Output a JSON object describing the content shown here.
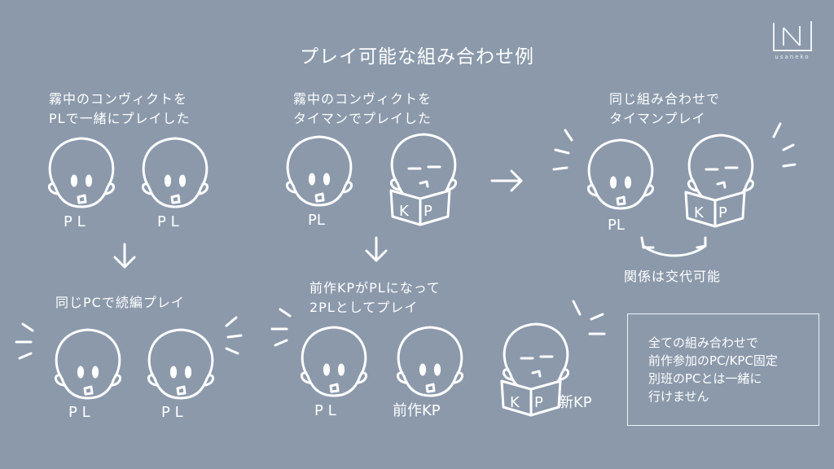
{
  "title": "プレイ可能な組み合わせ例",
  "logo": {
    "text": "usaneko"
  },
  "scenes": {
    "s1": {
      "caption": "霧中のコンヴィクトを\nPLで一緒にプレイした",
      "label_a": "P L",
      "label_b": "P L"
    },
    "s2": {
      "caption": "同じPCで続編プレイ",
      "label_a": "P L",
      "label_b": "P L"
    },
    "s3": {
      "caption": "霧中のコンヴィクトを\nタイマンでプレイした",
      "label_a": "PL",
      "book_left": "K",
      "book_right": "P"
    },
    "s4": {
      "caption": "前作KPがPLになって\n2PLとしてプレイ",
      "label_a": "P L",
      "label_b": "前作KP"
    },
    "s5": {
      "label_b": "新KP",
      "book_left": "K",
      "book_right": "P"
    },
    "s6": {
      "caption": "同じ組み合わせで\nタイマンプレイ",
      "label_a": "PL",
      "book_left": "K",
      "book_right": "P",
      "swap_text": "関係は交代可能"
    }
  },
  "note": "全ての組み合わせで\n前作参加のPC/KPC固定\n別班のPCとは一緒に\n行けません",
  "colors": {
    "background": "#8b99ab",
    "ink": "#ffffff"
  }
}
